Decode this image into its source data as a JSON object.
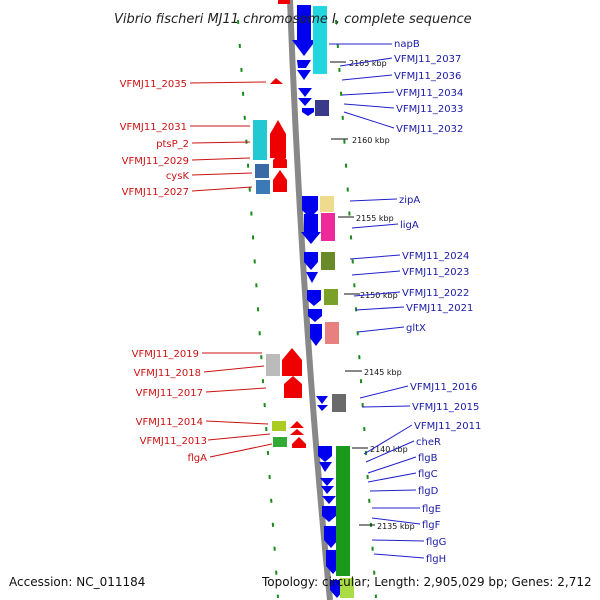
{
  "title": "Vibrio fischeri MJ11 chromosome I, complete sequence",
  "footer": {
    "accession": "Accession: NC_011184",
    "topology": "Topology: circular; Length: 2,905,029 bp; Genes: 2,712"
  },
  "colors": {
    "backbone": "#888888",
    "forward_strand": "#0000ee",
    "reverse_strand": "#ee0000",
    "forward_label": "#1a1aa6",
    "reverse_label": "#cc1111",
    "tick_dash": "#1a8a1a"
  },
  "ticks": [
    "2165 kbp",
    "2160 kbp",
    "2155 kbp",
    "2150 kbp",
    "2145 kbp",
    "2140 kbp",
    "2135 kbp"
  ],
  "forward_genes": [
    "napB",
    "VFMJ11_2037",
    "VFMJ11_2036",
    "VFMJ11_2034",
    "VFMJ11_2033",
    "VFMJ11_2032",
    "zipA",
    "ligA",
    "VFMJ11_2024",
    "VFMJ11_2023",
    "VFMJ11_2022",
    "VFMJ11_2021",
    "gltX",
    "VFMJ11_2016",
    "VFMJ11_2015",
    "VFMJ11_2011",
    "cheR",
    "flgB",
    "flgC",
    "flgD",
    "flgE",
    "flgF",
    "flgG",
    "flgH"
  ],
  "reverse_genes": [
    "VFMJ11_2035",
    "VFMJ11_2031",
    "ptsP_2",
    "VFMJ11_2029",
    "cysK",
    "VFMJ11_2027",
    "VFMJ11_2019",
    "VFMJ11_2018",
    "VFMJ11_2017",
    "VFMJ11_2014",
    "VFMJ11_2013",
    "flgA"
  ]
}
